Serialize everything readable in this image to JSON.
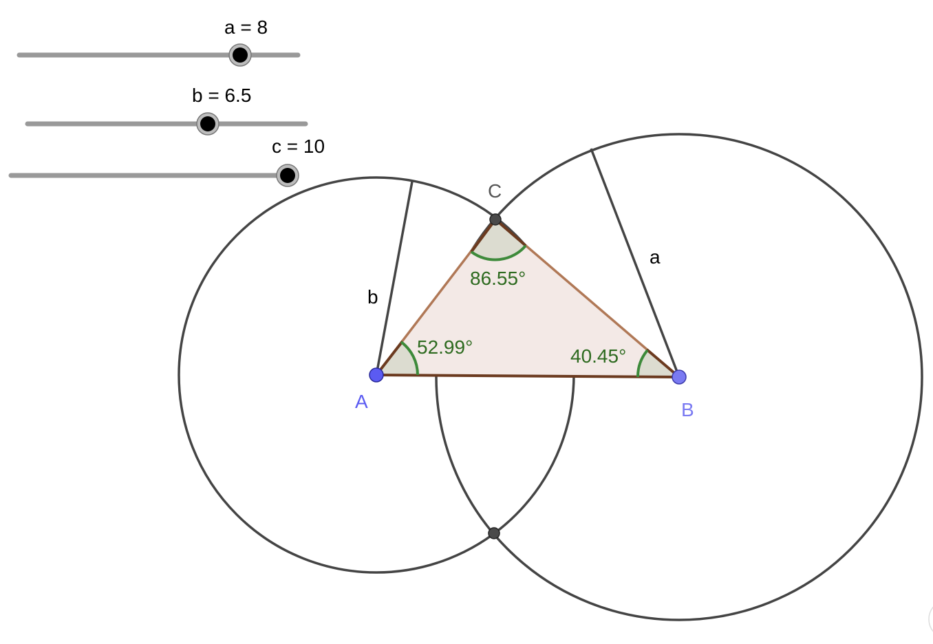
{
  "sliders": [
    {
      "name": "a",
      "label": "a = 8",
      "value": 8
    },
    {
      "name": "b",
      "label": "b = 6.5",
      "value": 6.5
    },
    {
      "name": "c",
      "label": "c = 10",
      "value": 10
    }
  ],
  "points": {
    "A": {
      "label": "A"
    },
    "B": {
      "label": "B"
    },
    "C": {
      "label": "C"
    }
  },
  "segments": {
    "a": {
      "label": "a"
    },
    "b": {
      "label": "b"
    }
  },
  "angles": {
    "A": "52.99°",
    "B": "40.45°",
    "C": "86.55°"
  },
  "colors": {
    "circle": "#444444",
    "triangle_edge": "#b07856",
    "triangle_base": "#6b3a1f",
    "triangle_fill": "#f3e9e6",
    "angle_fill": "#dcdcd0",
    "angle_arc": "#3d8a3a",
    "point_A": "#5b5bf2",
    "point_B": "#7a7af2",
    "slider_track": "#999999"
  }
}
